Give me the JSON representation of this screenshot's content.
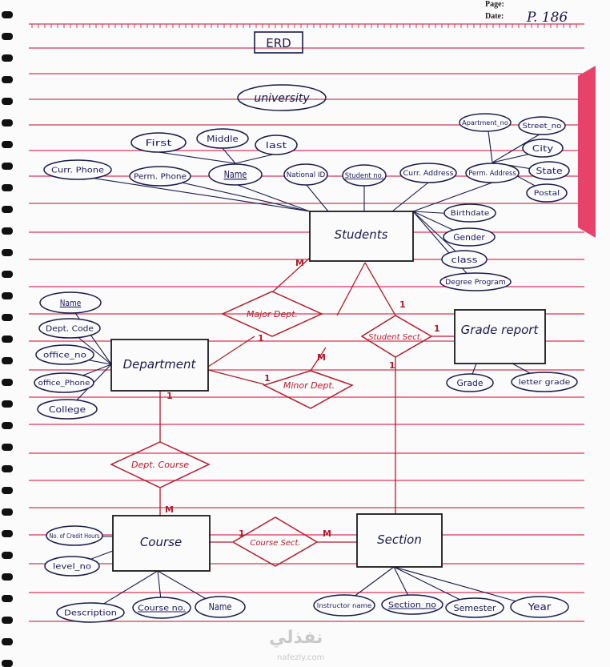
{
  "header": {
    "page_label": "Page:",
    "date_label": "Date:",
    "page_number": "P. 186"
  },
  "title": "ERD",
  "database": "university",
  "entities": {
    "students": "Students",
    "department": "Department",
    "grade_report": "Grade report",
    "course": "Course",
    "section": "Section"
  },
  "attributes": {
    "name_first": "First",
    "name_middle": "Middle",
    "name_last": "last",
    "curr_phone": "Curr. Phone",
    "perm_phone": "Perm. Phone",
    "name": "Name",
    "national_id": "National ID",
    "student_no": "Student no.",
    "curr_address": "Curr. Address",
    "perm_address": "Perm. Address",
    "apartment_no": "Apartment_no",
    "street_no": "Street_no",
    "city": "City",
    "state": "State",
    "postal": "Postal",
    "birthdate": "Birthdate",
    "gender": "Gender",
    "class": "class",
    "degree_program": "Degree Program",
    "dept_name": "Name",
    "dept_code": "Dept. Code",
    "office_no": "office_no",
    "office_phone": "office_Phone",
    "college": "College",
    "grade": "Grade",
    "letter_grade": "letter grade",
    "no_of_credit_hours": "No. of Credit Hours",
    "level_no": "level_no",
    "description": "Description",
    "course_no": "Course no.",
    "course_name": "Name",
    "instructor_name": "Instructor name",
    "section_no": "Section_no",
    "semester": "Semester",
    "year": "Year"
  },
  "relationships": {
    "major_dept": "Major Dept.",
    "minor_dept": "Minor Dept.",
    "student_sect": "Student Sect.",
    "dept_course": "Dept. Course",
    "course_sect": "Course Sect."
  },
  "cardinalities": {
    "students_major": "M",
    "major_dept": "1",
    "minor_students": "M",
    "minor_dept": "1",
    "student_sect_students": "1",
    "student_sect_grade": "1",
    "student_sect_section": "1",
    "dept_course_dept": "1",
    "dept_course_course": "M",
    "course_sect_course": "1",
    "course_sect_section": "M"
  },
  "watermark": {
    "arabic": "نفذلي",
    "latin": "nafezly.com"
  },
  "colors": {
    "ink": "#1a1a4a",
    "relation_ink": "#b21c2c",
    "ruled_line": "#d9365a"
  }
}
